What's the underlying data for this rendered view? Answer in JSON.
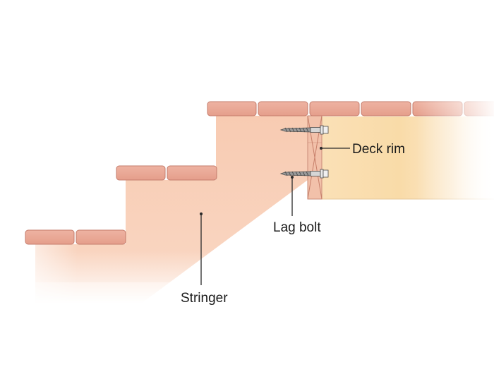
{
  "labels": {
    "deck_rim": "Deck rim",
    "lag_bolt": "Lag bolt",
    "stringer": "Stringer"
  },
  "colors": {
    "stringer": "#f8cbb2",
    "tread": "#e9a593",
    "tread_stroke": "#c47c6c",
    "rim_end": "#f2c1aa",
    "rim_cross": "#c77f6a",
    "joist": "#f9dcae",
    "leader": "#2a2a2a"
  }
}
